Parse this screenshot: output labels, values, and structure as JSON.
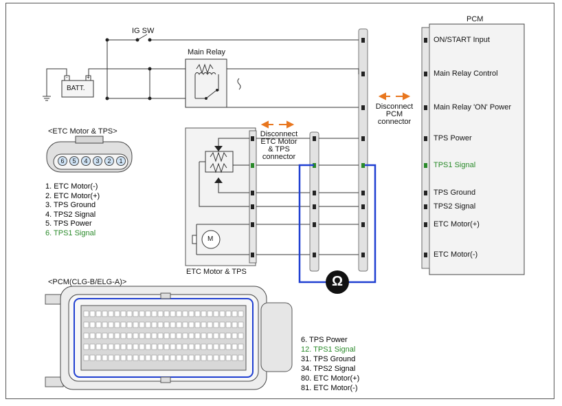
{
  "pcm": {
    "title": "PCM",
    "pins": [
      {
        "label": "ON/START Input"
      },
      {
        "label": "Main Relay Control"
      },
      {
        "label": "Main Relay 'ON' Power"
      },
      {
        "label": "TPS Power"
      },
      {
        "label": "TPS1 Signal"
      },
      {
        "label": "TPS Ground"
      },
      {
        "label": "TPS2 Signal"
      },
      {
        "label": "ETC Motor(+)"
      },
      {
        "label": "ETC Motor(-)"
      }
    ]
  },
  "ig_sw": "IG SW",
  "main_relay": "Main Relay",
  "batt": "BATT.",
  "etc_connector": {
    "title": "<ETC Motor & TPS>",
    "pin_numbers": [
      "6",
      "5",
      "4",
      "3",
      "2",
      "1"
    ],
    "pin_list": [
      "1. ETC Motor(-)",
      "2. ETC Motor(+)",
      "3. TPS Ground",
      "4. TPS2 Signal",
      "5. TPS Power",
      "6. TPS1 Signal"
    ]
  },
  "etc_block_label": "ETC Motor & TPS",
  "motor_symbol": "M",
  "disconnect_etc": [
    "Disconnect",
    "ETC Motor",
    "& TPS",
    "connector"
  ],
  "disconnect_pcm": [
    "Disconnect",
    "PCM",
    "connector"
  ],
  "ohm_symbol": "Ω",
  "pcm_connector": {
    "title": "<PCM(CLG-B/ELG-A)>",
    "pin_list": [
      "6. TPS Power",
      "12. TPS1 Signal",
      "31. TPS Ground",
      "34. TPS2 Signal",
      "80. ETC Motor(+)",
      "81. ETC Motor(-)"
    ]
  },
  "colors": {
    "highlight_green": "#2a8a2a",
    "meter_blue": "#1f3fd1",
    "arrow_orange": "#e8761e"
  }
}
